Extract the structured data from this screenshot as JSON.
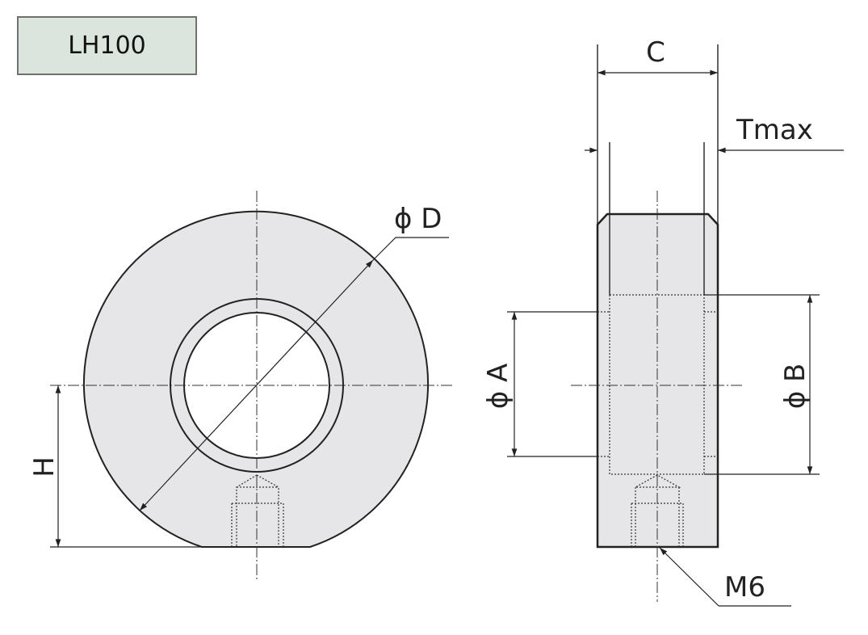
{
  "title": "LH100",
  "dimensions": {
    "C": "C",
    "Tmax": "Tmax",
    "phiD": "ϕ D",
    "phiA": "ϕ A",
    "phiB": "ϕ B",
    "H": "H",
    "thread": "M6"
  },
  "colors": {
    "part_fill": "#e6e6e8",
    "title_fill": "#dce5dd",
    "line": "#222222"
  }
}
